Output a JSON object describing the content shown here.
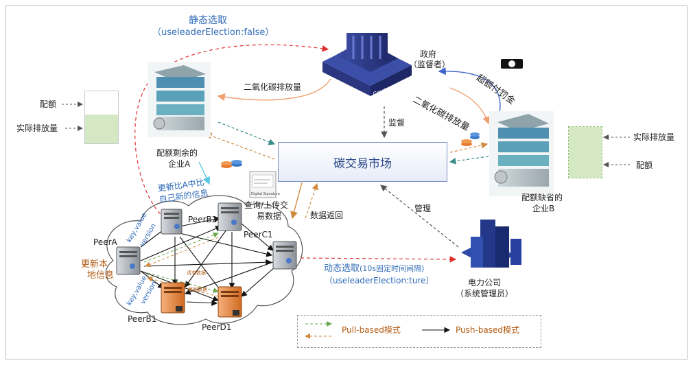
{
  "static_election": {
    "title": "静态选取",
    "param": "（useleaderElection:false）"
  },
  "government": {
    "label_line1": "政府",
    "label_line2": "（监督者）",
    "sign_text": "Government"
  },
  "penalty": "超额付罚金",
  "co2_left": "二氧化碳排放量",
  "co2_right": "二氧化碳排放量",
  "supervise": "监督",
  "manage": "管理",
  "market": "碳交易市场",
  "enterprise_a": {
    "line1": "配额剩余的",
    "line2": "企业A"
  },
  "enterprise_b": {
    "line1": "配额缺省的",
    "line2": "企业B"
  },
  "left_quota": {
    "quota": "配额",
    "actual": "实际排放量"
  },
  "right_quota": {
    "quota": "配额",
    "actual": "实际排放量"
  },
  "query_upload": {
    "line1": "查询/上传交",
    "line2": "易数据"
  },
  "data_return": "数据返回",
  "digital_signature": "Digital Signature",
  "dynamic_election": {
    "title_a": "动态选取",
    "title_b": "(10s固定时间间隔)",
    "param": "（useleaderElection:ture）"
  },
  "power_company": {
    "line1": "电力公司",
    "line2": "（系统管理员）"
  },
  "update_newer": {
    "line1": "更新比A中比",
    "line2": "自己新的信息"
  },
  "update_local": {
    "line1": "更新本",
    "line2": "地信息"
  },
  "kv_version": {
    "top": "key,value",
    "bottom": "version"
  },
  "small_labels": {
    "request": "请求数据",
    "return": "返回数据"
  },
  "peers": [
    "PeerA",
    "PeerB2",
    "PeerC1",
    "PeerB1",
    "PeerD1"
  ],
  "legend": {
    "pull": "Pull-based模式",
    "push": "Push-based模式"
  },
  "colors": {
    "blue_text": "#2e6bb8",
    "brown_text": "#b35a12",
    "quota_green": "#d5e8c4",
    "arrow_orange": "#f0a070",
    "arrow_red": "#e03030",
    "arrow_teal": "#3a8c8c",
    "arrow_blue": "#3c64c8",
    "peer_orange": "#e8823a",
    "peer_gray": "#9aa0a8"
  }
}
